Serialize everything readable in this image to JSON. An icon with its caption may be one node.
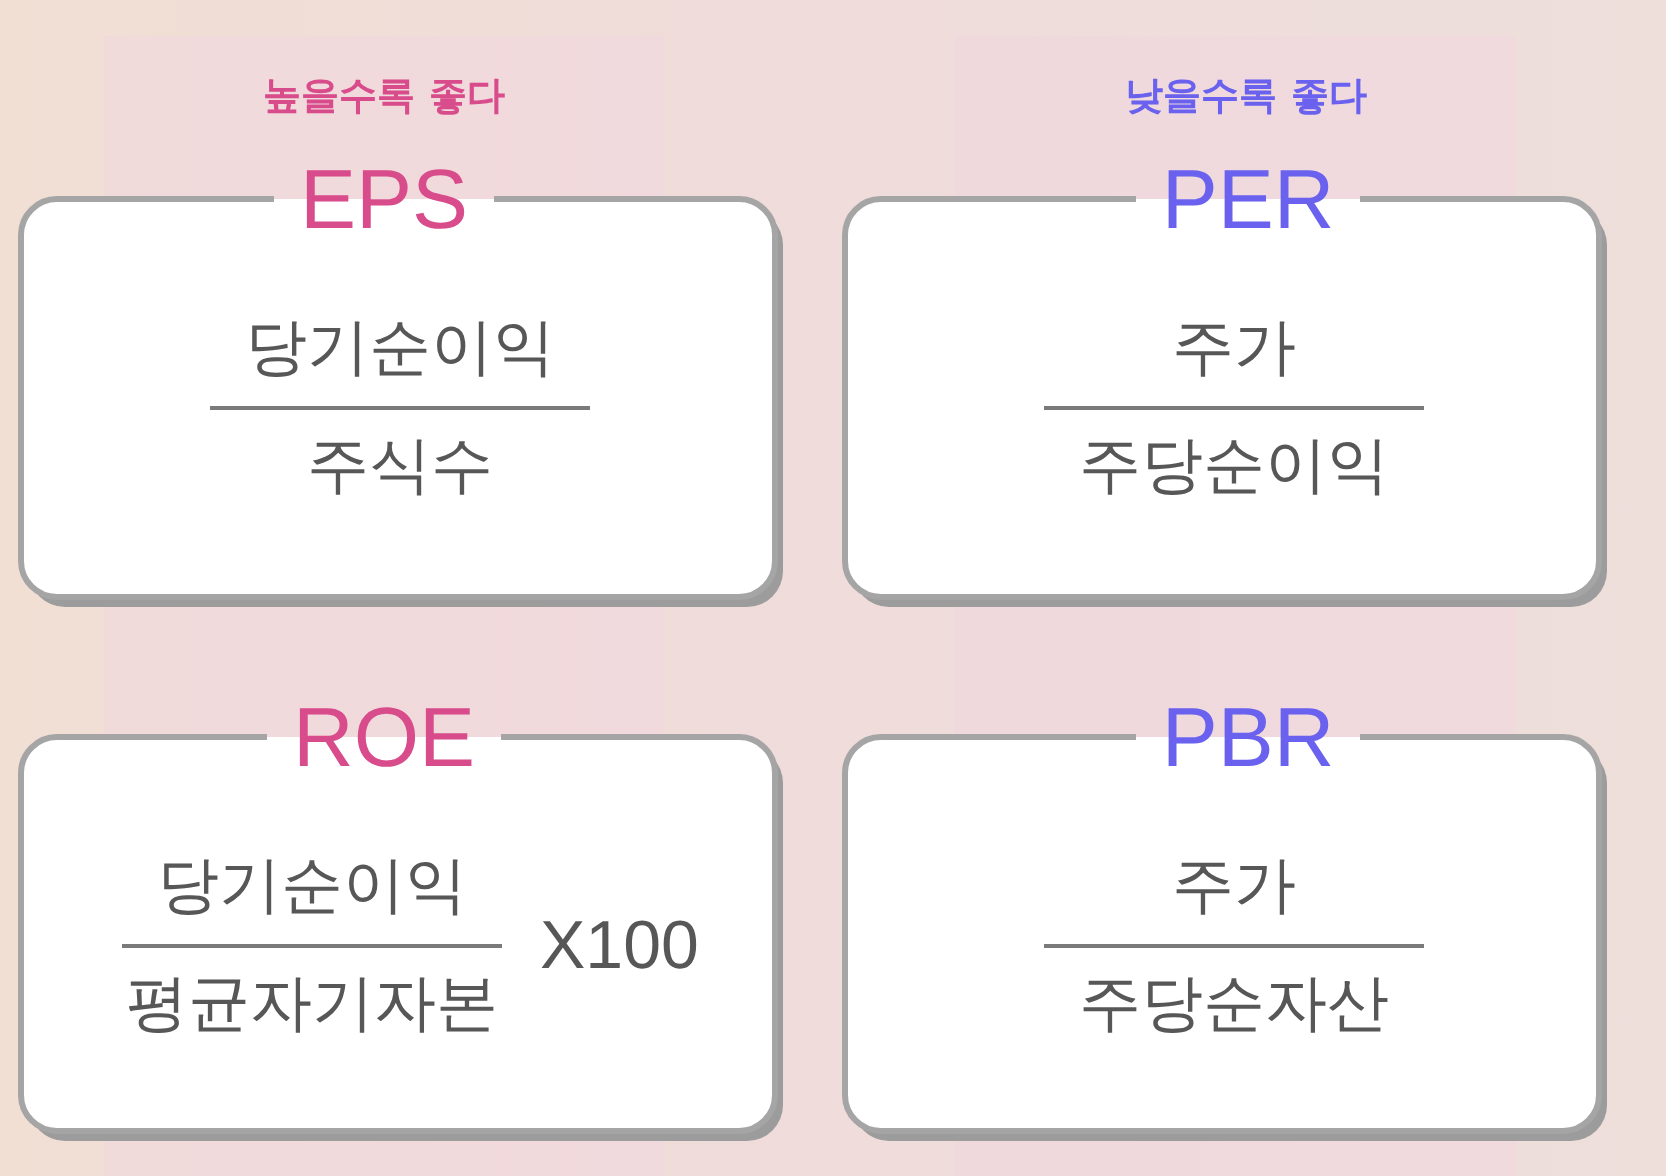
{
  "diagram": {
    "nodes": [
      {
        "text": [
          "EPS",
          "당기순이익",
          "주식수"
        ]
      },
      {
        "text": [
          "PER",
          "주가",
          "주당순이익"
        ]
      },
      {
        "text": [
          "ROE",
          "당기순이익",
          "평균자기자본",
          "X100"
        ]
      },
      {
        "text": [
          "PBR",
          "주가",
          "주당순자산"
        ]
      }
    ],
    "labels": [
      "높을수록 좋다",
      "낮을수록 좋다"
    ]
  }
}
